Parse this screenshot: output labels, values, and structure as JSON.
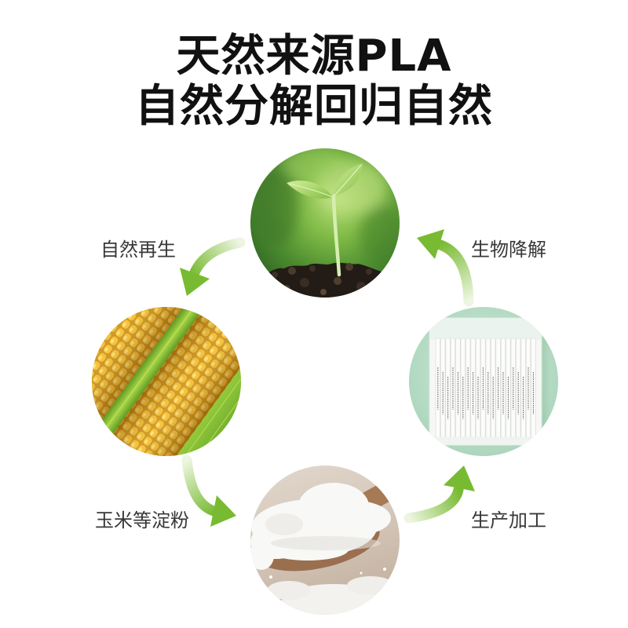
{
  "title": {
    "line1": "天然来源PLA",
    "line2": "自然分解回归自然"
  },
  "cycle_labels": {
    "natural_regeneration": "自然再生",
    "biodegradation": "生物降解",
    "corn_starch": "玉米等淀粉",
    "manufacturing": "生产加工"
  },
  "images": {
    "top": "seedling-image",
    "left": "corn-image",
    "right": "straw-package-image",
    "bottom": "starch-powder-image"
  },
  "colors": {
    "title": "#111111",
    "label": "#383838",
    "arrow": "#78ba32",
    "arrow_tail": "#eef6e2"
  }
}
